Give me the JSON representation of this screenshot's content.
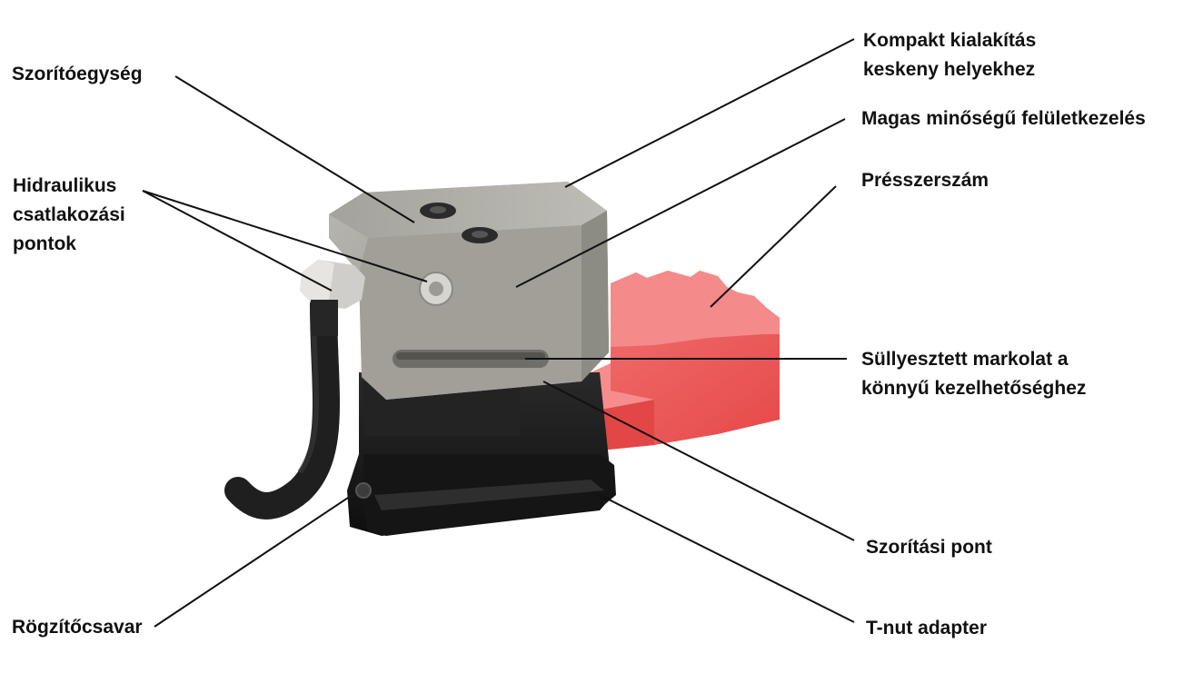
{
  "colors": {
    "housing": "#a5a49c",
    "housing_dark": "#8e8d86",
    "base": "#1c1c1c",
    "press_tool": "#f06565",
    "press_tool_dark": "#e04848",
    "leader": "#111111",
    "hose": "#2a2a2a",
    "fitting": "#c9c9c6"
  },
  "labels": {
    "clamping_unit": "Szorítóegység",
    "hydraulic_line1": "Hidraulikus",
    "hydraulic_line2": "csatlakozási",
    "hydraulic_line3": "pontok",
    "fixing_screw": "Rögzítőcsavar",
    "compact_line1": "Kompakt kialakítás",
    "compact_line2": "keskeny helyekhez",
    "surface": "Magas minőségű felületkezelés",
    "press_tool": "Présszerszám",
    "grip_line1": "Süllyesztett markolat a",
    "grip_line2": "könnyű kezelhetőséghez",
    "clamping_point": "Szorítási pont",
    "tnut": "T-nut adapter"
  }
}
